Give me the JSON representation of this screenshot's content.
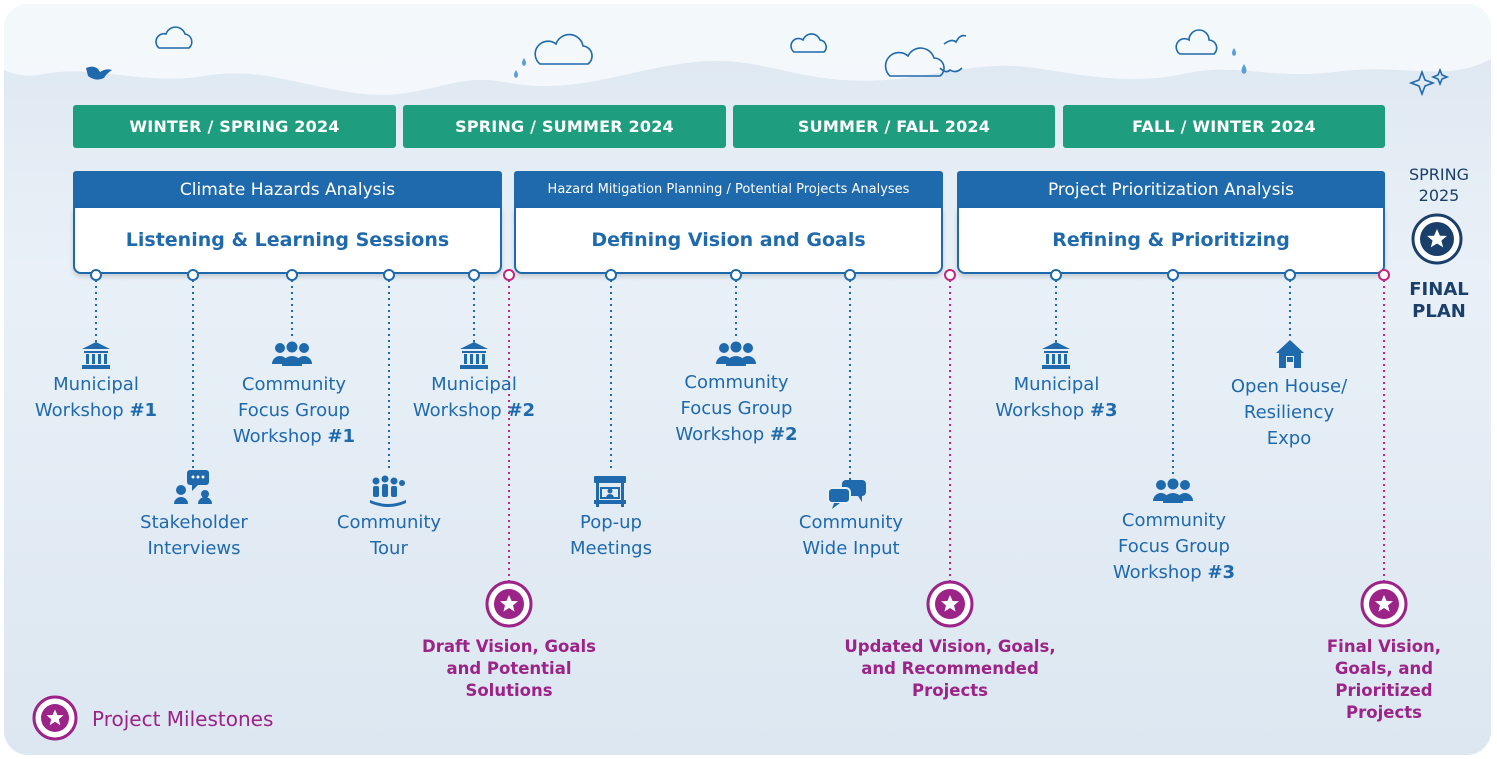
{
  "seasons": [
    "WINTER / SPRING 2024",
    "SPRING / SUMMER 2024",
    "SUMMER / FALL 2024",
    "FALL / WINTER 2024"
  ],
  "phases": [
    {
      "header": "Climate Hazards Analysis",
      "title": "Listening & Learning Sessions"
    },
    {
      "header": "Hazard Mitigation Planning / Potential Projects Analyses",
      "title": "Defining Vision and Goals"
    },
    {
      "header": "Project Prioritization Analysis",
      "title": "Refining & Prioritizing"
    }
  ],
  "activities": {
    "municipal_1": {
      "text": "Municipal\nWorkshop ",
      "num": "#1",
      "icon": "government-building-icon"
    },
    "stakeholder": {
      "text": "Stakeholder\nInterviews",
      "icon": "interview-chat-icon"
    },
    "focus_1": {
      "text": "Community\nFocus Group\nWorkshop ",
      "num": "#1",
      "icon": "group-people-icon"
    },
    "tour": {
      "text": "Community\nTour",
      "icon": "tour-group-icon"
    },
    "municipal_2": {
      "text": "Municipal\nWorkshop ",
      "num": "#2",
      "icon": "government-building-icon"
    },
    "popup": {
      "text": "Pop-up\nMeetings",
      "icon": "popup-booth-icon"
    },
    "focus_2": {
      "text": "Community\nFocus Group\nWorkshop ",
      "num": "#2",
      "icon": "group-people-icon"
    },
    "wide": {
      "text": "Community\nWide Input",
      "icon": "speech-bubbles-icon"
    },
    "municipal_3": {
      "text": "Municipal\nWorkshop ",
      "num": "#3",
      "icon": "government-building-icon"
    },
    "focus_3": {
      "text": "Community\nFocus Group\nWorkshop ",
      "num": "#3",
      "icon": "group-people-icon"
    },
    "openhouse": {
      "text": "Open House/\nResiliency\nExpo",
      "icon": "house-icon"
    }
  },
  "milestones": [
    "Draft Vision, Goals\nand Potential\nSolutions",
    "Updated Vision, Goals,\nand Recommended\nProjects",
    "Final Vision,\nGoals, and\nPrioritized\nProjects"
  ],
  "final_plan": {
    "season": "SPRING\n2025",
    "label": "FINAL\nPLAN"
  },
  "legend": "Project Milestones",
  "colors": {
    "season": "#1f9e7f",
    "phase": "#1f69ad",
    "milestone": "#9c2387",
    "final": "#1a3f6b"
  }
}
